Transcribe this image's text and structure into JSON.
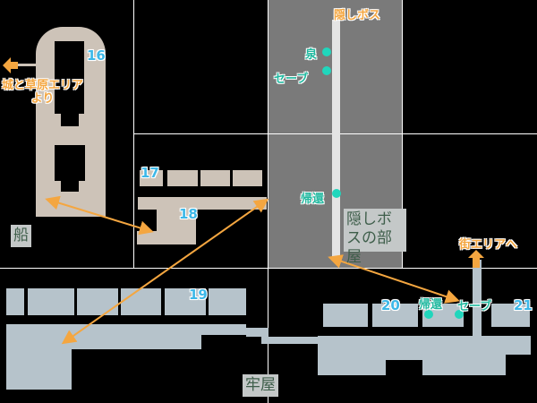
{
  "areas": {
    "ship": "船",
    "prison": "牢屋",
    "hidden_room": "隠しボスの部屋"
  },
  "room_numbers": [
    "16",
    "17",
    "18",
    "19",
    "20",
    "21"
  ],
  "exits": {
    "from_castle": "城と草原エリア\nより",
    "hidden_boss": "隠しボス",
    "to_town": "街エリアへ"
  },
  "points": {
    "spring": "泉",
    "save_top": "セーブ",
    "return_top": "帰還",
    "return_bottom": "帰還",
    "save_bottom": "セーブ"
  },
  "colors": {
    "ship": "#cdc3b8",
    "prison": "#b6c3cb",
    "hidden_bg": "#7a7a7a",
    "arrow": "#f4a640",
    "point": "#20d6bc"
  }
}
